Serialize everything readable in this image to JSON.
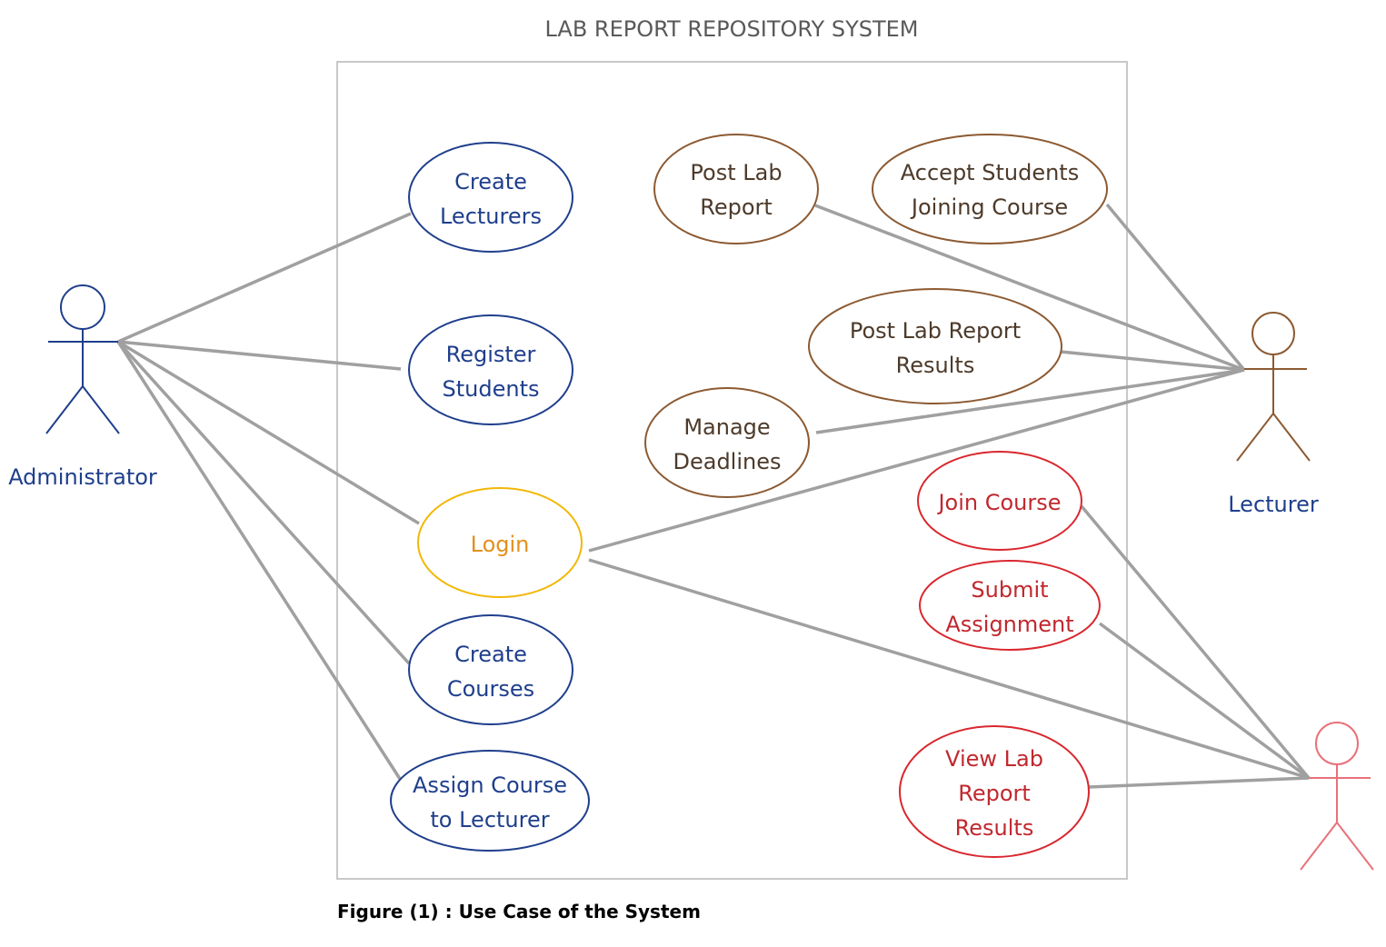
{
  "title": "LAB REPORT REPOSITORY SYSTEM",
  "caption": "Figure (1) : Use Case of the System",
  "colors": {
    "admin": "#1f3f8c",
    "lecturer": "#8c5a32",
    "student": "#d9272e",
    "login": "#f2b705",
    "login_text": "#e3901c",
    "line": "#a0a0a0",
    "boundary": "#c8c8c8"
  },
  "actors": {
    "administrator": {
      "label": "Administrator"
    },
    "lecturer": {
      "label": "Lecturer"
    },
    "student": {
      "label": ""
    }
  },
  "use_cases": {
    "create_lecturers": {
      "lines": [
        "Create",
        "Lecturers"
      ]
    },
    "register_students": {
      "lines": [
        "Register",
        "Students"
      ]
    },
    "login": {
      "lines": [
        "Login"
      ]
    },
    "create_courses": {
      "lines": [
        "Create",
        "Courses"
      ]
    },
    "assign_course": {
      "lines": [
        "Assign Course",
        "to Lecturer"
      ]
    },
    "post_lab_report": {
      "lines": [
        "Post Lab",
        "Report"
      ]
    },
    "accept_students": {
      "lines": [
        "Accept Students",
        "Joining Course"
      ]
    },
    "post_results": {
      "lines": [
        "Post Lab Report",
        "Results"
      ]
    },
    "manage_deadlines": {
      "lines": [
        "Manage",
        "Deadlines"
      ]
    },
    "join_course": {
      "lines": [
        "Join Course"
      ]
    },
    "submit_assignment": {
      "lines": [
        "Submit",
        "Assignment"
      ]
    },
    "view_results": {
      "lines": [
        "View Lab",
        "Report",
        "Results"
      ]
    }
  }
}
